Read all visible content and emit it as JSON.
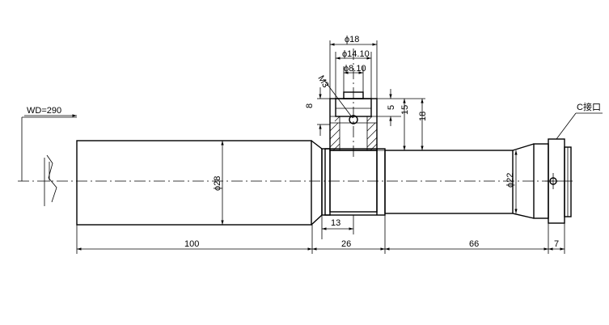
{
  "drawing": {
    "working_distance": "WD=290",
    "mount_label": "C接口",
    "thread_label": "M3",
    "dimensions": {
      "top_dia_outer": "ϕ18",
      "top_dia_middle": "ϕ14.10",
      "top_dia_inner": "ϕ8.10",
      "height_8": "8",
      "height_5": "5",
      "height_15": "15",
      "height_18": "18",
      "body_dia_left": "ϕ28",
      "body_dia_right": "ϕ22",
      "len_13": "13",
      "len_100": "100",
      "len_26": "26",
      "len_66": "66",
      "len_7": "7"
    }
  }
}
